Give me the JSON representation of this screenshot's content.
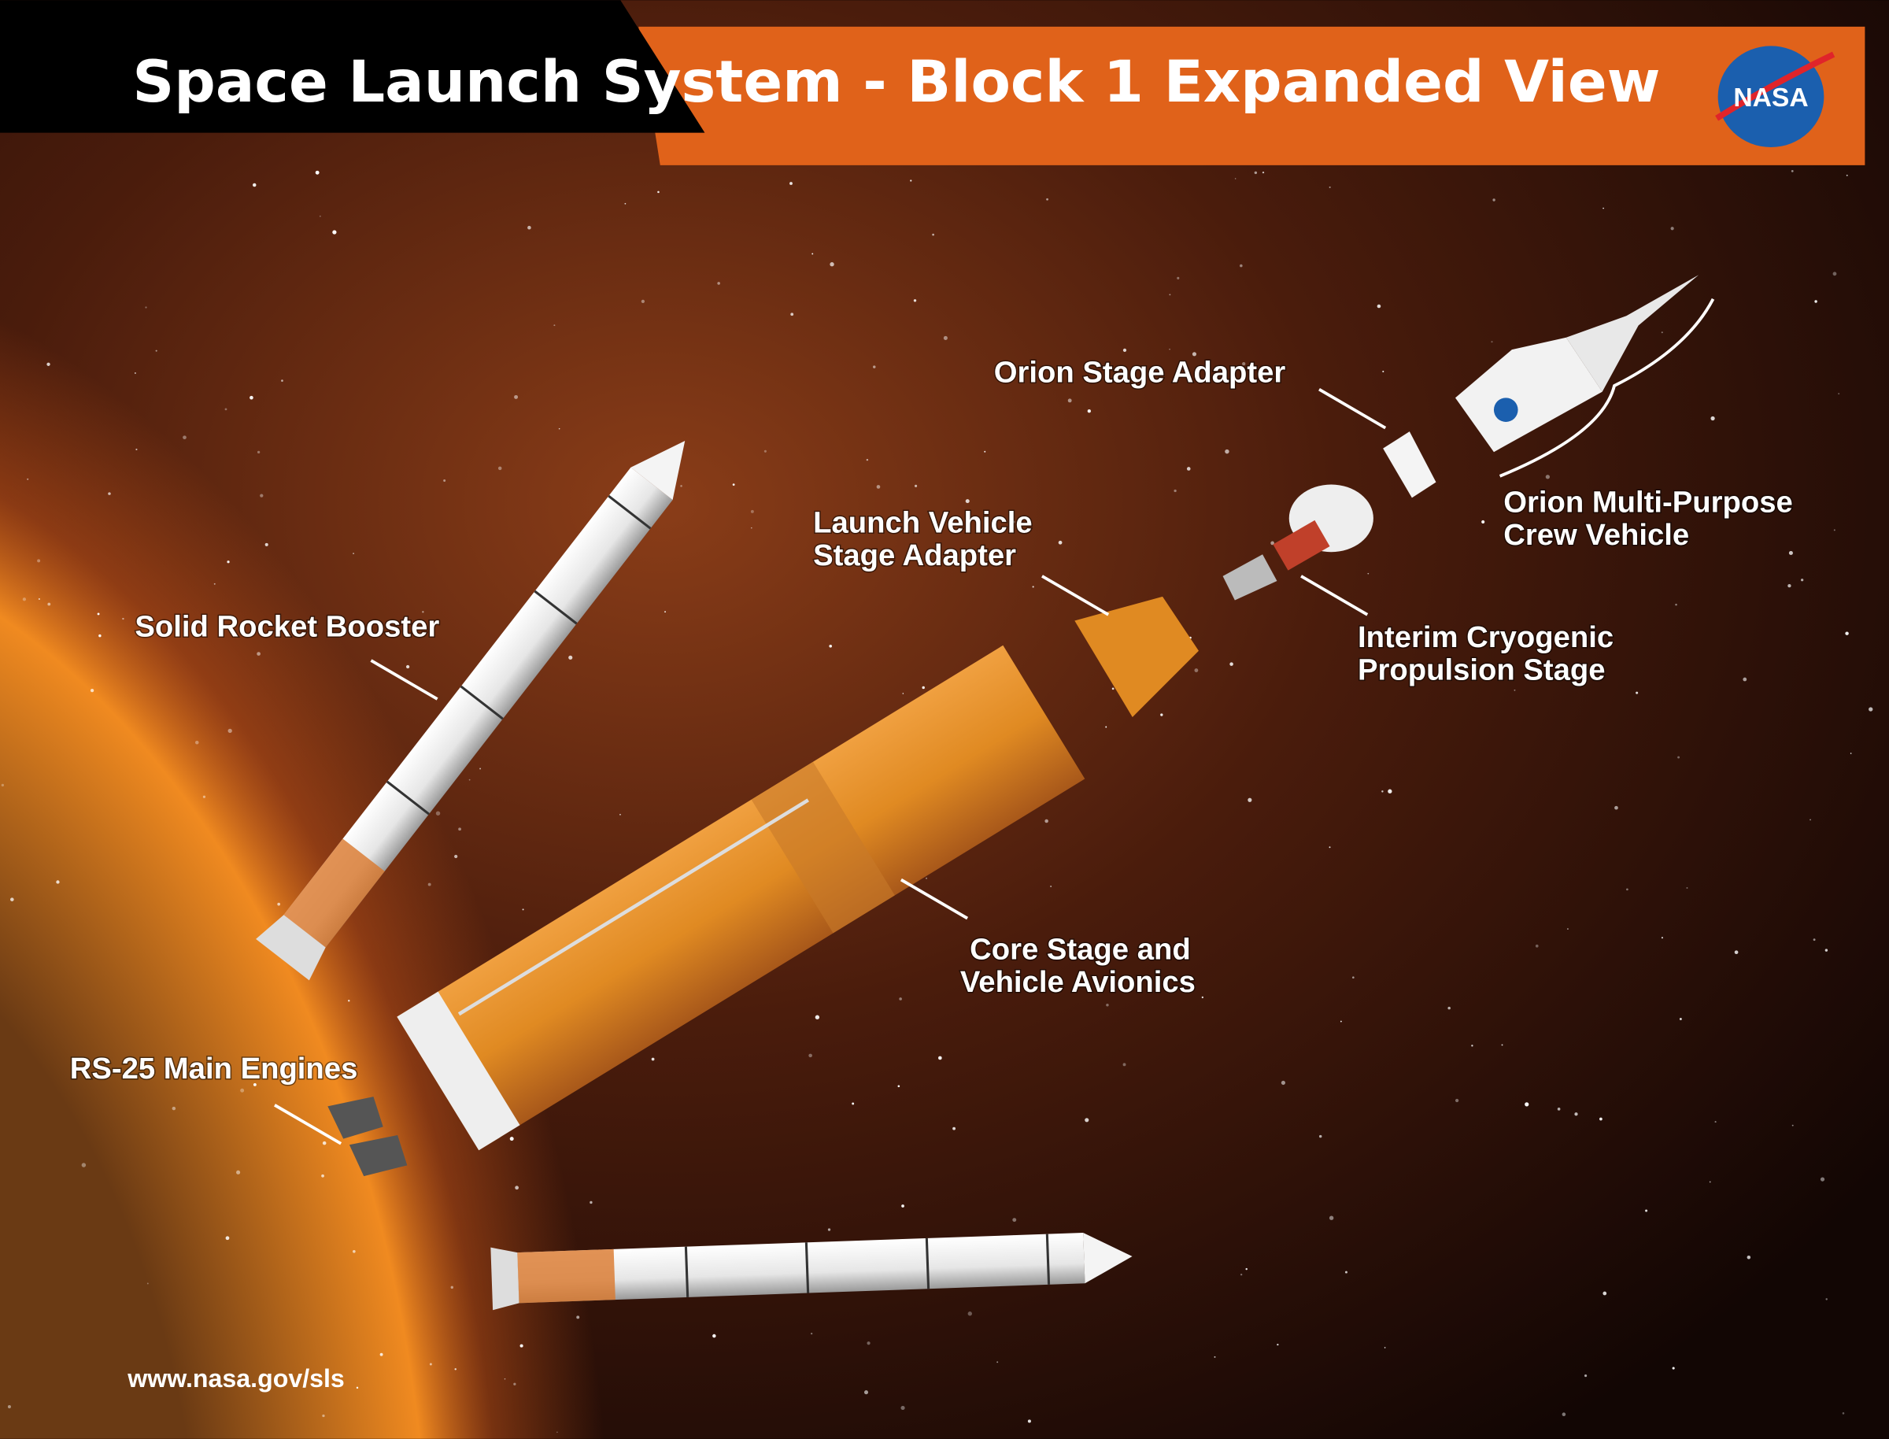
{
  "header": {
    "title": "Space Launch System - Block 1 Expanded View",
    "logo_text": "NASA",
    "colors": {
      "banner": "#e0621a",
      "band": "#000000",
      "logo": "#1b5fae"
    }
  },
  "labels": {
    "orion_stage_adapter": "Orion Stage Adapter",
    "orion_mpcv_line1": "Orion Multi-Purpose",
    "orion_mpcv_line2": "Crew Vehicle",
    "lvsa_line1": "Launch Vehicle",
    "lvsa_line2": "Stage Adapter",
    "icps_line1": "Interim Cryogenic",
    "icps_line2": "Propulsion Stage",
    "srb": "Solid Rocket Booster",
    "core_line1": "Core Stage and",
    "core_line2": "Vehicle Avionics",
    "rs25": "RS-25 Main Engines"
  },
  "footer": {
    "url": "www.nasa.gov/sls"
  },
  "colors": {
    "core_stage": "#e08a22",
    "booster": "#f2f2f2",
    "space": "#1a0a05",
    "glow": "#f08a20"
  }
}
